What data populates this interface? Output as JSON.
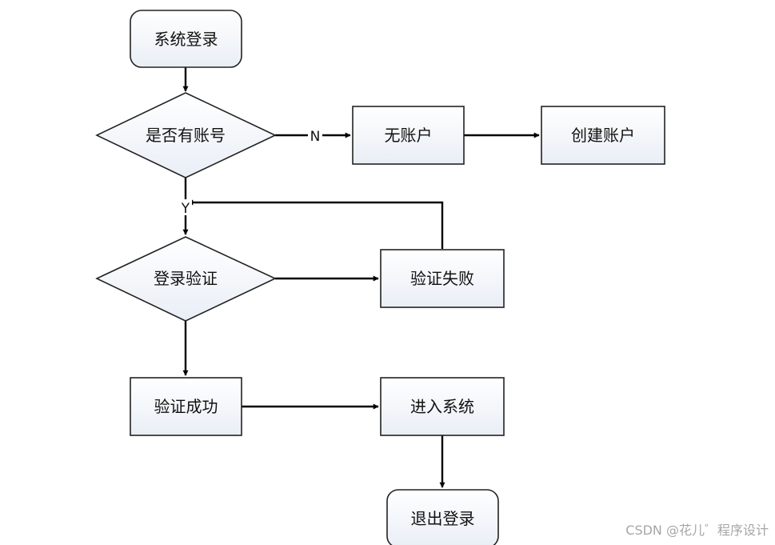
{
  "nodes": {
    "start": "系统登录",
    "has_account": "是否有账号",
    "no_account": "无账户",
    "create_account": "创建账户",
    "verify": "登录验证",
    "verify_fail": "验证失败",
    "verify_success": "验证成功",
    "enter_system": "进入系统",
    "logout": "退出登录"
  },
  "edges": {
    "no_label": "N",
    "yes_label": "Y"
  },
  "watermark": "CSDN @花儿゛程序设计"
}
